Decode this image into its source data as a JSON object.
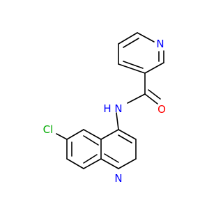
{
  "molecule": {
    "atoms": {
      "n_pyridine": {
        "label": "N",
        "color": "#0000ff"
      },
      "o_carbonyl": {
        "label": "O",
        "color": "#ff0000"
      },
      "n_amide": {
        "label": "N",
        "color": "#0000ff"
      },
      "h_amide": {
        "label": "H",
        "color": "#0000ff"
      },
      "cl": {
        "label": "Cl",
        "color": "#00aa00"
      },
      "n_quinoline": {
        "label": "N",
        "color": "#0000ff"
      }
    },
    "bond_color": "#000000"
  }
}
